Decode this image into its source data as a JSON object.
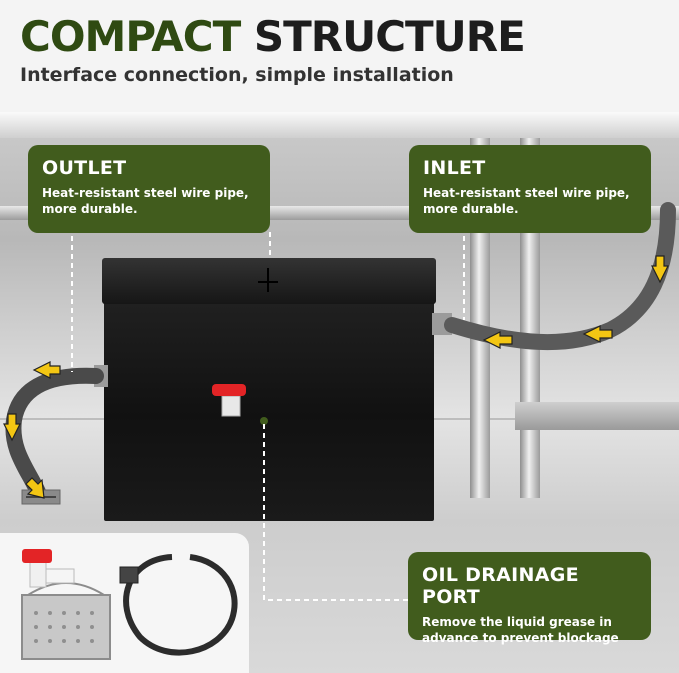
{
  "header": {
    "title_part1": "COMPACT",
    "title_part2": "STRUCTURE",
    "subtitle": "Interface connection, simple installation"
  },
  "callouts": {
    "outlet": {
      "title": "OUTLET",
      "description": "Heat-resistant steel wire pipe, more durable."
    },
    "inlet": {
      "title": "INLET",
      "description": "Heat-resistant steel wire pipe, more durable."
    },
    "oil_drainage": {
      "title": "OIL DRAINAGE PORT",
      "description": "Remove the liquid grease in advance to prevent blockage"
    }
  },
  "colors": {
    "callout_green": "#415c1d",
    "title_green": "#2f4a12",
    "arrow_yellow": "#f3c613",
    "valve_red": "#e32426"
  },
  "icons": [
    "arrow-icon",
    "valve-icon",
    "drain-icon",
    "filter-basket-icon",
    "hose-icon"
  ]
}
